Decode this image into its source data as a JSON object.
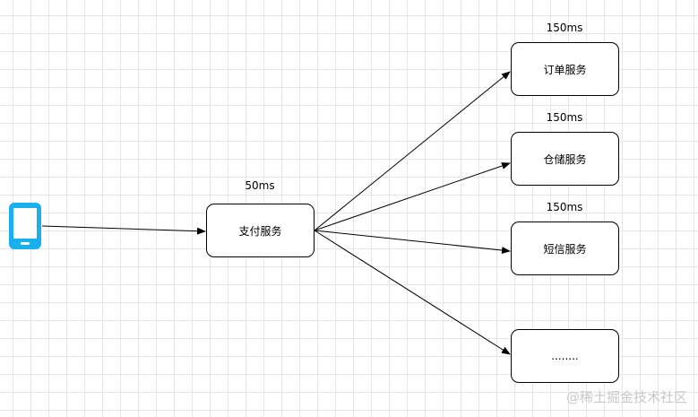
{
  "diagram": {
    "client_icon": "mobile-phone-icon",
    "accent_color": "#1ab0f0",
    "payment_service": {
      "label": "支付服务",
      "latency": "50ms"
    },
    "downstream_services": [
      {
        "label": "订单服务",
        "latency": "150ms"
      },
      {
        "label": "仓储服务",
        "latency": "150ms"
      },
      {
        "label": "短信服务",
        "latency": "150ms"
      },
      {
        "label": "........",
        "latency": ""
      }
    ]
  },
  "watermark": "@稀土掘金技术社区"
}
